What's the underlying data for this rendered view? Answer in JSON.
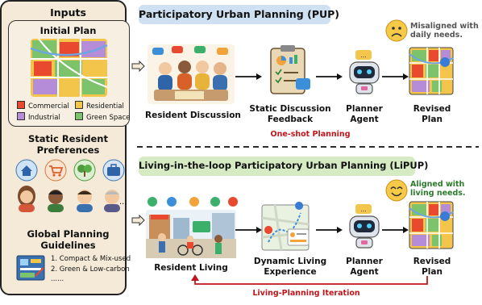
{
  "inputs": {
    "title": "Inputs",
    "initial_plan": {
      "title": "Initial Plan",
      "legend": [
        {
          "label": "Commercial",
          "color": "#e8492f"
        },
        {
          "label": "Residential",
          "color": "#f3c54a"
        },
        {
          "label": "Industrial",
          "color": "#b58cd8"
        },
        {
          "label": "Green Space",
          "color": "#7cc36b"
        }
      ]
    },
    "preferences": {
      "title_line1": "Static Resident",
      "title_line2": "Preferences",
      "icons": [
        "house-icon",
        "cart-icon",
        "tree-icon",
        "briefcase-icon"
      ],
      "more": "..."
    },
    "guidelines": {
      "title_line1": "Global Planning",
      "title_line2": "Guidelines",
      "items": [
        "1. Compact & Mix-used",
        "2. Green & Low-carbon",
        "......"
      ]
    }
  },
  "pup": {
    "title": "Participatory Urban Planning (PUP)",
    "steps": {
      "discussion": "Resident Discussion",
      "feedback_line1": "Static Discussion",
      "feedback_line2": "Feedback",
      "agent_line1": "Planner",
      "agent_line2": "Agent",
      "revised_line1": "Revised",
      "revised_line2": "Plan"
    },
    "caption": "One-shot Planning",
    "outcome_line1": "Misaligned with",
    "outcome_line2": "daily needs."
  },
  "lipup": {
    "title": "Living-in-the-loop Participatory Urban Planning (LiPUP)",
    "steps": {
      "living": "Resident Living",
      "experience_line1": "Dynamic Living",
      "experience_line2": "Experience",
      "agent_line1": "Planner",
      "agent_line2": "Agent",
      "revised_line1": "Revised",
      "revised_line2": "Plan"
    },
    "caption": "Living-Planning Iteration",
    "outcome_line1": "Aligned with",
    "outcome_line2": "living needs."
  },
  "colors": {
    "panel_bg": "#f4ead7",
    "pup_bar": "#cfe0f2",
    "lipup_bar": "#d6ebc4",
    "accent_red": "#c0161b",
    "misaligned_text": "#555555",
    "aligned_text": "#2c7a2c"
  }
}
